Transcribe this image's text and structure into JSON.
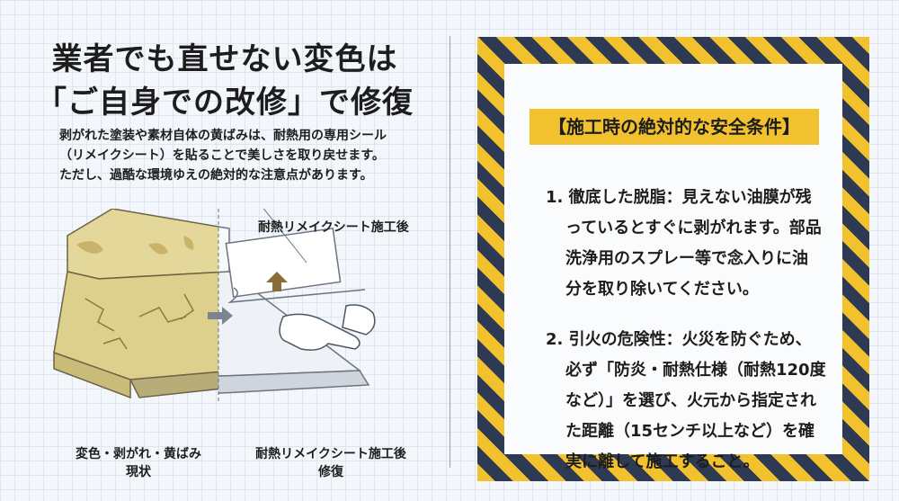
{
  "heading": {
    "line1": "業者でも直せない変色は",
    "line2": "「ご自身での改修」で修復"
  },
  "intro": {
    "line1": "剥がれた塗装や素材自体の黄ばみは、耐熱用の専用シール",
    "line2": "（リメイクシート）を貼ることで美しさを取り戻せます。",
    "line3": "ただし、過酷な環境ゆえの絶対的な注意点があります。"
  },
  "illustration": {
    "callout": "耐熱リメイクシート施工後",
    "before_caption": {
      "line1": "変色・剥がれ・黄ばみ",
      "line2": "現状"
    },
    "after_caption": {
      "line1": "耐熱リメイクシート施工後",
      "line2": "修復"
    },
    "icons": [
      "range-hood",
      "hand",
      "arrow-right",
      "arrow-up"
    ],
    "colors": {
      "stained": "#e4d79a",
      "clean": "#f7f8fa"
    }
  },
  "safety_panel": {
    "title": "【施工時の絶対的な安全条件】",
    "rule1": {
      "line1": "1. 徹底した脱脂：見えない油膜が残",
      "line2": "っているとすぐに剥がれます。部品",
      "line3": "洗浄用のスプレー等で念入りに油",
      "line4": "分を取り除いてください。"
    },
    "rule2": {
      "line1": "2. 引火の危険性：火災を防ぐため、",
      "line2": "必ず「防炎・耐熱仕様（耐熱120度",
      "line3": "など）」を選び、火元から指定され",
      "line4": "た距離（15センチ以上など）を確",
      "line5": "実に離して施工すること。"
    },
    "colors": {
      "stripe_yellow": "#f2c12e",
      "stripe_navy": "#2e3a54"
    }
  }
}
